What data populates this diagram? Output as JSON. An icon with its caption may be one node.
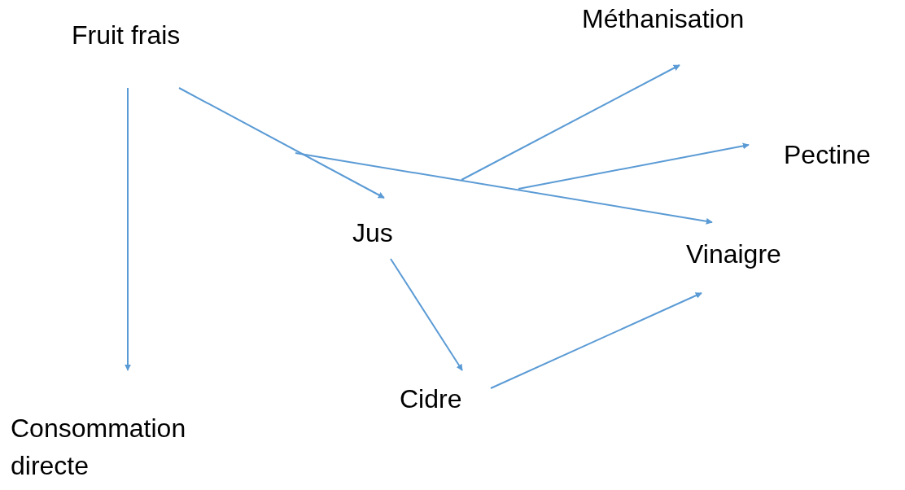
{
  "diagram": {
    "nodes": [
      {
        "text": [
          "Fruit frais"
        ]
      },
      {
        "text": [
          "Consommation directe"
        ]
      },
      {
        "text": [
          "Jus"
        ]
      },
      {
        "text": [
          "Cidre"
        ]
      },
      {
        "text": [
          "Vinaigre"
        ]
      },
      {
        "text": [
          "Méthanisation"
        ]
      },
      {
        "text": [
          "Pectine"
        ]
      }
    ],
    "edges": [
      {
        "from": 0,
        "to": 1,
        "arrow": "to"
      },
      {
        "from": 0,
        "to": 2,
        "arrow": "to"
      },
      {
        "from": null,
        "to": 4,
        "arrow": "to"
      },
      {
        "from": null,
        "to": 5,
        "arrow": "to"
      },
      {
        "from": null,
        "to": 6,
        "arrow": "to"
      },
      {
        "from": 2,
        "to": 3,
        "arrow": "to"
      },
      {
        "from": 3,
        "to": 4,
        "arrow": "to"
      }
    ]
  }
}
